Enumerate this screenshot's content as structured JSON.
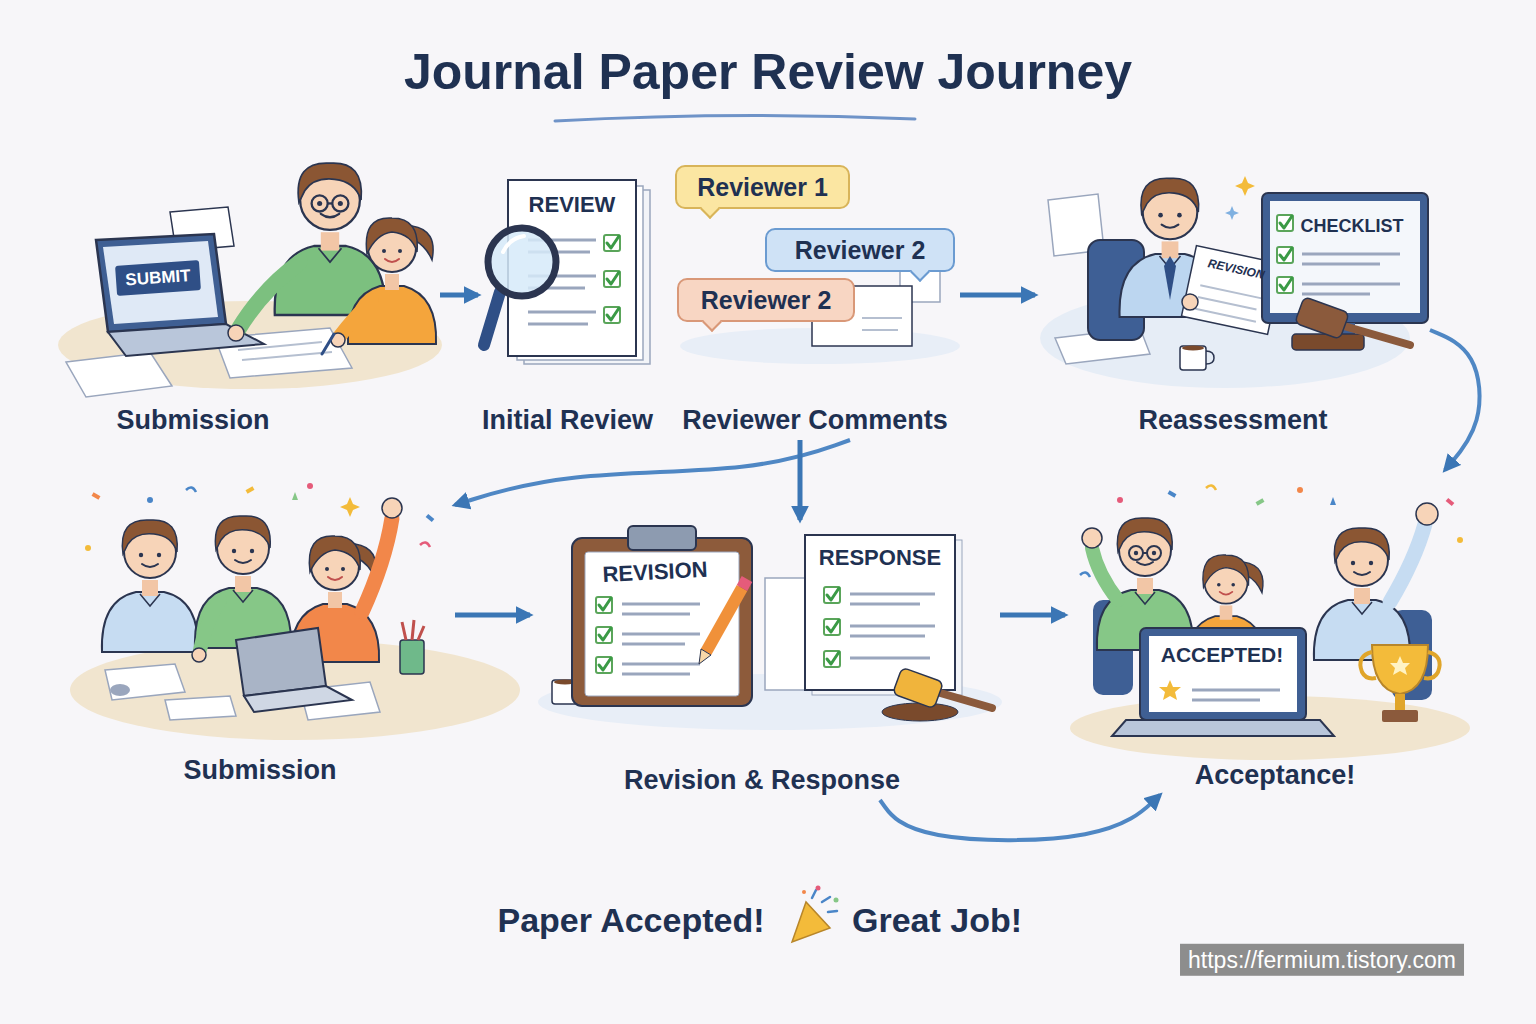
{
  "diagram": {
    "title": "Journal Paper Review Journey",
    "caption": "Paper Accepted!",
    "nodes": [
      {
        "text": [
          "Submission"
        ]
      },
      {
        "text": [
          "Initial Review"
        ]
      },
      {
        "text": [
          "Reviewer Comments"
        ]
      },
      {
        "text": [
          "Reviewer 1"
        ],
        "in": 2
      },
      {
        "text": [
          "Reviewer 2"
        ],
        "in": 2
      },
      {
        "text": [
          "Reviewer 2"
        ],
        "in": 2
      },
      {
        "text": [
          "Reassessment"
        ]
      },
      {
        "text": [
          "Submission"
        ]
      },
      {
        "text": [
          "Revision & Response"
        ]
      },
      {
        "text": [
          "Acceptance!"
        ]
      }
    ],
    "edges": [
      {
        "from": 0,
        "to": 1,
        "arrow": "to"
      },
      {
        "from": 2,
        "to": 6,
        "arrow": "to"
      },
      {
        "from": 6,
        "to": 9,
        "arrow": "to"
      },
      {
        "from": 2,
        "to": 7,
        "arrow": "to"
      },
      {
        "from": 2,
        "to": 8,
        "arrow": "to"
      },
      {
        "from": 7,
        "to": 8,
        "arrow": "to"
      },
      {
        "from": 8,
        "to": 9,
        "arrow": "to"
      },
      {
        "from": 8,
        "to": 9,
        "arrow": "to"
      }
    ],
    "labels": [
      "SUBMIT",
      "REVIEW",
      "CHECKLIST",
      "REVISION",
      "REVISION",
      "RESPONSE",
      "ACCEPTED!",
      "Great Job!",
      "https://fermium.tistory.com"
    ]
  }
}
